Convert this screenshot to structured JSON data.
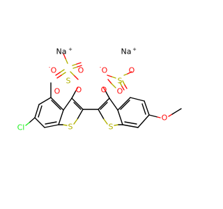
{
  "colors": {
    "carbon": "#000000",
    "oxygen": "#ff0d0d",
    "sulfur": "#b2b200",
    "chlorine": "#1ff01f",
    "sodium": "#000000"
  },
  "labels": {
    "na_left": "Na",
    "na_left_charge": "+",
    "na_right": "Na",
    "na_right_charge": "+",
    "o_minus_left": "O",
    "o_minus_left_charge": "-",
    "s_left": "S",
    "o_left_top": "O",
    "o_left_bottom": "O",
    "o_left_ester": "O",
    "o_minus_right": "O",
    "o_minus_right_charge": "-",
    "s_right": "S",
    "o_right_side": "O",
    "o_right_bottom": "O",
    "o_right_ester": "O",
    "cl": "Cl",
    "s_ring_left": "S",
    "s_ring_right": "S",
    "o_methoxy": "O"
  }
}
